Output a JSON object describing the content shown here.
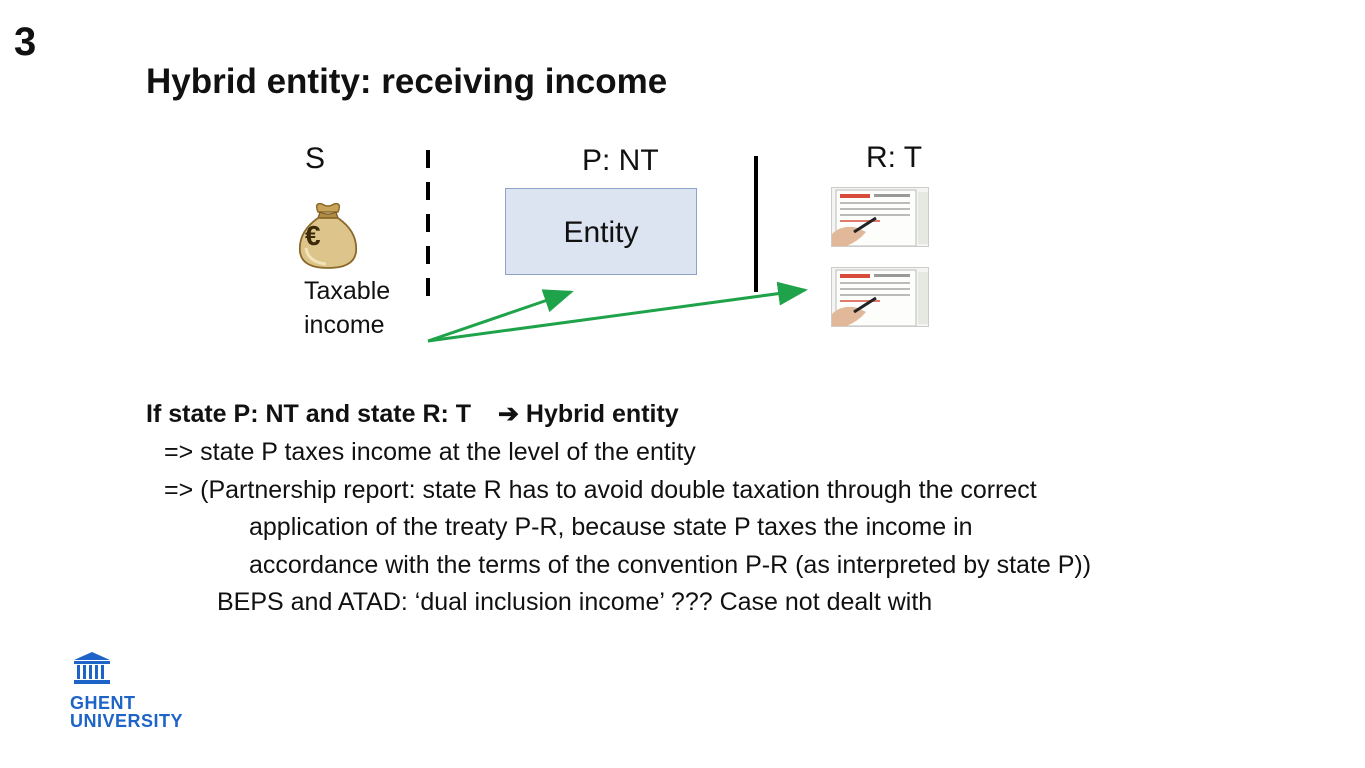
{
  "slide_number": "3",
  "title": "Hybrid entity: receiving income",
  "diagram": {
    "state_s": "S",
    "state_p": "P: NT",
    "state_r": "R: T",
    "entity": "Entity",
    "income_line1": "Taxable",
    "income_line2": "income",
    "money_bag_symbol": "€",
    "colors": {
      "arrow": "#1fa34a",
      "entity_fill": "#dbe4f0",
      "entity_border": "#8ea4c6"
    }
  },
  "text": {
    "line1_a": "If state P: NT and state R: T",
    "line1_arrow": "➔",
    "line1_b": "Hybrid entity",
    "line2": "=> state P taxes income at the level of the entity",
    "line3": "=> (Partnership report: state R has to avoid double taxation through the correct",
    "line4": "application of  the treaty P-R, because state P taxes the income in",
    "line5": "accordance with the terms of the convention P-R (as interpreted by state P))",
    "line6": "BEPS and ATAD: ‘dual inclusion income’ ??? Case not dealt with"
  },
  "logo": {
    "line1": "GHENT",
    "line2": "UNIVERSITY",
    "color": "#1e64c8"
  }
}
